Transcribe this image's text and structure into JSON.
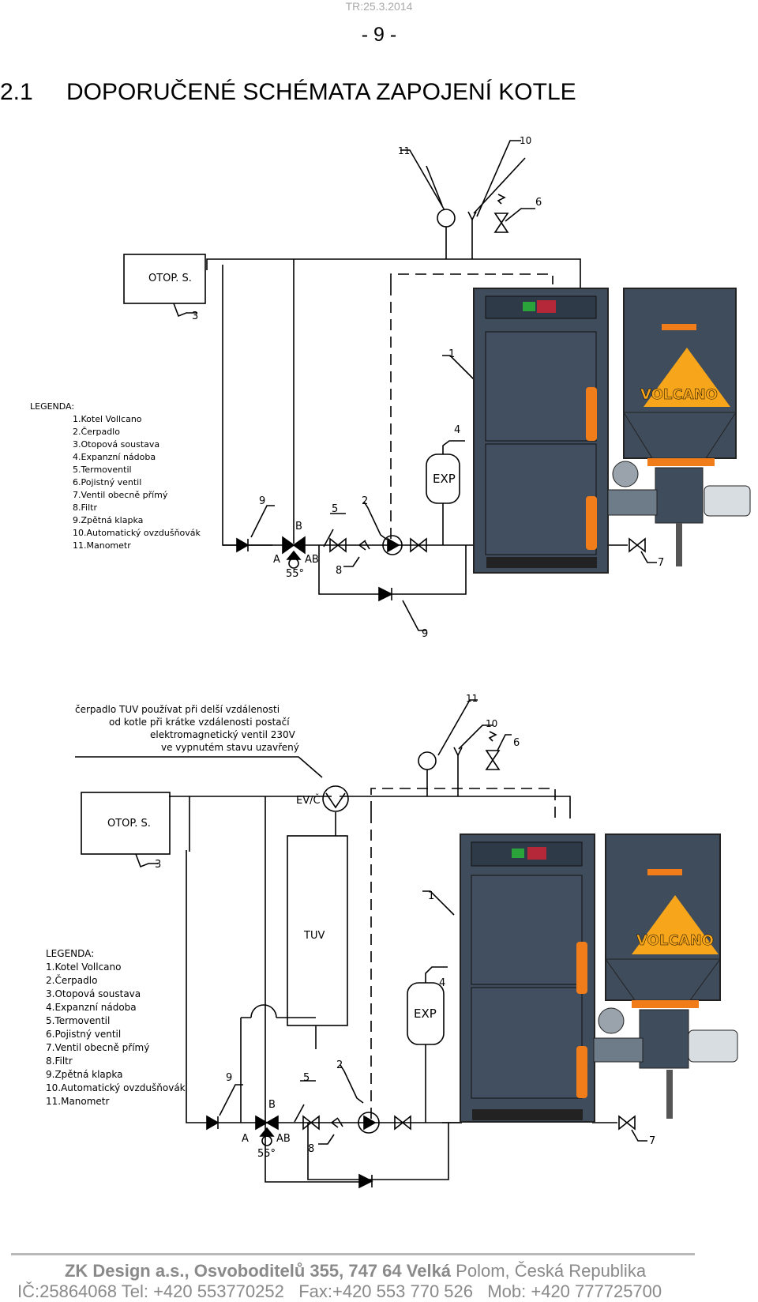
{
  "header": {
    "date": "TR:25.3.2014",
    "page": "- 9 -"
  },
  "title": {
    "number": "2.1",
    "text": "DOPORUČENÉ SCHÉMATA ZAPOJENÍ KOTLE"
  },
  "diagram1": {
    "otop": "OTOP. S.",
    "exp": "EXP",
    "brand": "VOLCANO",
    "labels": {
      "l1": "1",
      "l2": "2",
      "l3": "3",
      "l4": "4",
      "l5": "5",
      "l6": "6",
      "l7": "7",
      "l8": "8",
      "l9a": "9",
      "l9b": "9",
      "l10": "10",
      "l11": "11",
      "A": "A",
      "B": "B",
      "AB": "AB",
      "temp": "55°"
    },
    "legend": [
      "LEGENDA:",
      "1.Kotel Vollcano",
      "2.Čerpadlo",
      "3.Otopová soustava",
      "4.Expanzní nádoba",
      "5.Termoventil",
      "6.Pojistný ventil",
      "7.Ventil obecně přímý",
      "8.Filtr",
      "9.Zpětná klapka",
      "10.Automatický ovzdušňovák",
      "11.Manometr"
    ]
  },
  "diagram2": {
    "note": [
      "čerpadlo TUV používat při delší vzdálenosti",
      "od kotle při krátke vzdálenosti postačí",
      "elektromagnetický ventil 230V",
      "ve vypnutém stavu uzavřený"
    ],
    "evc": "EV/Č",
    "otop": "OTOP. S.",
    "tuv": "TUV",
    "exp": "EXP",
    "brand": "VOLCANO",
    "labels": {
      "l1": "1",
      "l2": "2",
      "l3": "3",
      "l4": "4",
      "l5": "5",
      "l6": "6",
      "l7": "7",
      "l8": "8",
      "l9": "9",
      "l10": "10",
      "l11": "11",
      "A": "A",
      "B": "B",
      "AB": "AB",
      "temp": "55°"
    },
    "legend": [
      "LEGENDA:",
      "1.Kotel Vollcano",
      "2.Čerpadlo",
      "3.Otopová soustava",
      "4.Expanzní nádoba",
      "5.Termoventil",
      "6.Pojistný ventil",
      "7.Ventil obecně přímý",
      "8.Filtr",
      "9.Zpětná klapka",
      "10.Automatický ovzdušňovák",
      "11.Manometr"
    ]
  },
  "footer": {
    "company": "ZK Design a.s., Osvoboditelů 355, 747 64 Velká",
    "place": " Polom, Česká Republika",
    "ic": "IČ:25864068",
    "tel": " Tel: +420 553770252",
    "fax": "   Fax:+420 553 770 526",
    "mob": "   Mob: +420 777725700"
  }
}
